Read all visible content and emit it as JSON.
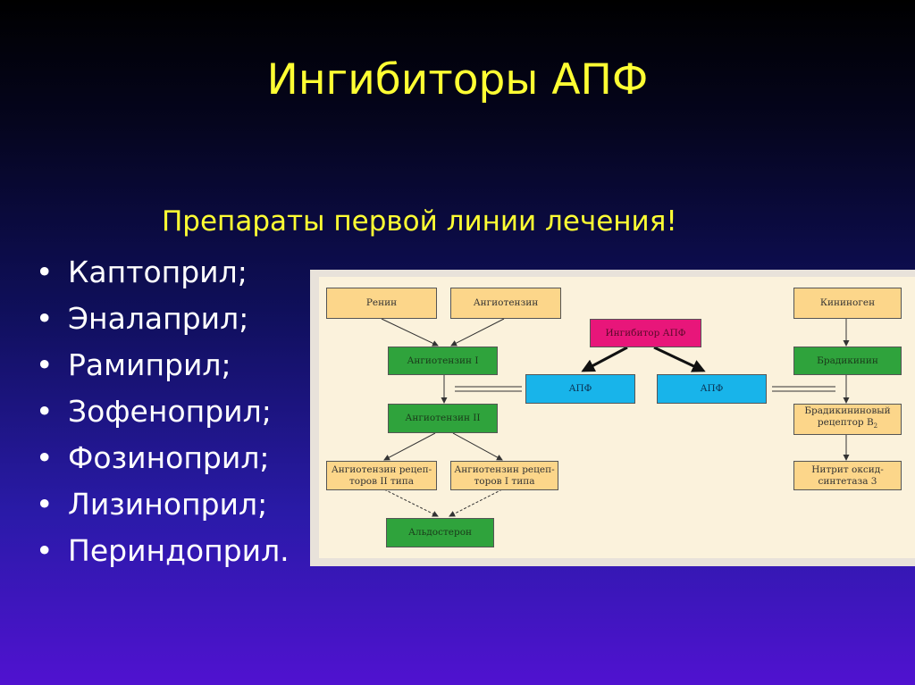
{
  "slide": {
    "title": "Ингибиторы АПФ",
    "subtitle": "Препараты первой линии лечения!",
    "drugs": [
      "Каптоприл;",
      "Эналаприл;",
      "Рамиприл;",
      "Зофеноприл;",
      "Фозиноприл;",
      "Лизиноприл;",
      "Периндоприл."
    ]
  },
  "diagram": {
    "renin": "Ренин",
    "angiotensinogen": "Ангиотензин",
    "inhibitor": "Ингибитор АПФ",
    "angiotensin1": "Ангиотензин I",
    "ace_left": "АПФ",
    "ace_right": "АПФ",
    "angiotensin2": "Ангиотензин II",
    "receptor2_line1": "Ангиотензин рецеп-",
    "receptor2_line2": "торов II типа",
    "receptor1_line1": "Ангиотензин рецеп-",
    "receptor1_line2": "торов I типа",
    "aldosterone": "Альдостерон",
    "kininogen": "Кининоген",
    "bradykinin": "Брадикинин",
    "bradykinin_receptor_line1": "Брадикининовый",
    "bradykinin_receptor_line2": "рецептор B",
    "bradykinin_receptor_sub": "2",
    "nos_line1": "Нитрит оксид-",
    "nos_line2": "синтетаза 3"
  },
  "colors": {
    "title": "#ffff33",
    "yellow_box": "#fcd68a",
    "green_box": "#2fa33c",
    "blue_box": "#18b4ea",
    "pink_box": "#e8167a"
  }
}
